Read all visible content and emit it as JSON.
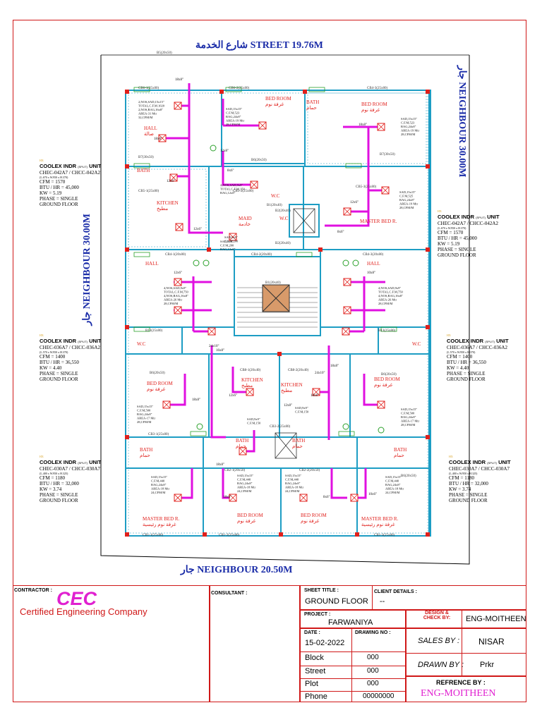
{
  "colors": {
    "frame": "#d01818",
    "wall": "#1d9dc4",
    "duct": "#e010e0",
    "beam": "#2aa02a",
    "street_text": "#1a2ca8",
    "label_red": "#e0201c",
    "brand": "#e020d0"
  },
  "streets": {
    "top": "شارع الخدمة STREET 19.76M",
    "right": "جار NEIGHBOUR 30.00M",
    "left": "جار NEIGHBOUR 30.00M",
    "bottom": "جار NEIGHBOUR 20.50M"
  },
  "units": [
    {
      "tag": "HX",
      "title": "COOLEX INDR",
      "split": "(SPLIT)",
      "title2": "UNIT",
      "model": "CHEC-042A7 / CHCC-042A2",
      "dims": "(L.670 x W.950 x H.370)",
      "cfm": "CFM = 1570",
      "btu": "BTU / HR = 45,000",
      "kw": "KW = 5.19",
      "phase": "PHASE = SINGLE",
      "floor": "GROUND FLOOR"
    },
    {
      "tag": "HX",
      "title": "COOLEX INDR",
      "split": "(SPLIT)",
      "title2": "UNIT",
      "model": "CHEC-042A7 / CHCC-042A2",
      "dims": "(L.670 x W.950 x H.370)",
      "cfm": "CFM = 1570",
      "btu": "BTU / HR = 45,000",
      "kw": "KW = 5.19",
      "phase": "PHASE = SINGLE",
      "floor": "GROUND FLOOR"
    },
    {
      "tag": "HX",
      "title": "COOLEX INDR",
      "split": "(SPLIT)",
      "title2": "UNIT",
      "model": "CHEC-036A7 / CHCC-036A2",
      "dims": "(L.570 x W.950 x H.370)",
      "cfm": "CFM = 1400",
      "btu": "BTU / HR = 36,550",
      "kw": "KW = 4.40",
      "phase": "PHASE = SINGLE",
      "floor": "GROUND FLOOR"
    },
    {
      "tag": "HX",
      "title": "COOLEX INDR",
      "split": "(SPLIT)",
      "title2": "UNIT",
      "model": "CHEC-036A7 / CHCC-036A2",
      "dims": "(L.570 x W.950 x H.370)",
      "cfm": "CFM = 1400",
      "btu": "BTU / HR = 36,550",
      "kw": "KW = 4.40",
      "phase": "PHASE = SINGLE",
      "floor": "GROUND FLOOR"
    },
    {
      "tag": "HX",
      "title": "COOLEX INDR",
      "split": "(SPLIT)",
      "title2": "UNIT",
      "model": "CHEC-030A7 / CHCC-030A7",
      "dims": "(L.400 x W.950 x H.325)",
      "cfm": "CFM = 1180",
      "btu": "BTU / HR = 32,000",
      "kw": "KW = 3.74",
      "phase": "PHASE = SINGLE",
      "floor": "GROUND FLOOR"
    },
    {
      "tag": "HX",
      "title": "COOLEX INDR",
      "split": "(SPLIT)",
      "title2": "UNIT",
      "model": "CHEC-030A7 / CHCC-030A7",
      "dims": "(L.400 x W.950 x H.325)",
      "cfm": "CFM = 1180",
      "btu": "BTU / HR = 32,000",
      "kw": "KW = 3.74",
      "phase": "PHASE = SINGLE",
      "floor": "GROUND FLOOR"
    }
  ],
  "rooms": [
    {
      "en": "BED ROOM",
      "ar": "غرفة نوم"
    },
    {
      "en": "BATH",
      "ar": "حمام"
    },
    {
      "en": "BED ROOM",
      "ar": "غرفة نوم"
    },
    {
      "en": "HALL",
      "ar": "صالة"
    },
    {
      "en": "BATH",
      "ar": ""
    },
    {
      "en": "W.C",
      "ar": ""
    },
    {
      "en": "KITCHEN",
      "ar": "مطبخ"
    },
    {
      "en": "MAID",
      "ar": "خادمة"
    },
    {
      "en": "W.C",
      "ar": ""
    },
    {
      "en": "MASTER BED R.",
      "ar": ""
    },
    {
      "en": "HALL",
      "ar": ""
    },
    {
      "en": "HALL",
      "ar": ""
    },
    {
      "en": "W.C",
      "ar": ""
    },
    {
      "en": "W.C",
      "ar": ""
    },
    {
      "en": "BED ROOM",
      "ar": "غرفة نوم"
    },
    {
      "en": "KITCHEN",
      "ar": "مطبخ"
    },
    {
      "en": "KITCHEN",
      "ar": "مطبخ"
    },
    {
      "en": "BED ROOM",
      "ar": "غرفة نوم"
    },
    {
      "en": "BATH",
      "ar": "حمام"
    },
    {
      "en": "BATH",
      "ar": "حمام"
    },
    {
      "en": "BATH",
      "ar": "حمام"
    },
    {
      "en": "BATH",
      "ar": "حمام"
    },
    {
      "en": "MASTER BED R.",
      "ar": "غرفة نوم رئيسية"
    },
    {
      "en": "BED ROOM",
      "ar": "غرفة نوم"
    },
    {
      "en": "BED ROOM",
      "ar": "غرفة نوم"
    },
    {
      "en": "MASTER BED R.",
      "ar": "غرفة نوم رئيسية"
    }
  ],
  "notes": [
    "2,NOS,SAD,15x15\"",
    "TOTAL,C.F.M.1020",
    "2,NOS,RAG,16x8\"",
    "AREA-31 Mtr",
    "32,CFM/M",
    "SAD,15x15\"",
    "C.F.M,523",
    "RAG,24x8\"",
    "AREA-19 Mtr",
    "28,CFM/M",
    "SAD,15x15\"",
    "C.F.M,523",
    "RAG,24x8\"",
    "AREA-19 Mtr",
    "28,CFM/M",
    "2,NOS,SAD,9x9\"",
    "TOTAL,C.F.M,150",
    "RAG,12x8\"",
    "SAD,9x9\"",
    "C.F.M,200",
    "SAD,9x9\"",
    "C.F.M,200",
    "RAG,12x8\"",
    "SAD,15x15\"",
    "C.F.M,525",
    "RAG,24x8\"",
    "AREA-19 Mtr",
    "28,CFM/M",
    "4,NOS,SAD,9x9\"",
    "TOTAL,C.F.M,750",
    "4,NOS,RAG,16x8\"",
    "AREA-26 Mtr",
    "28,CFM/M",
    "4,NOS,SAD,9x9\"",
    "TOTAL,C.F.M,750",
    "4,NOS,RAG,16x8\"",
    "AREA-26 Mtr",
    "28,CFM/M",
    "SAD,15x15\"",
    "C.F.M,500",
    "RAG,24x8\"",
    "AREA-17 Mtr",
    "28,CFM/M",
    "SAD,9x9\"",
    "C.F.M,150",
    "SAD,9x9\"",
    "C.F.M,150",
    "SAD,15x15\"",
    "C.F.M,500",
    "RAG,24x8\"",
    "AREA-17 Mtr",
    "28,CFM/M",
    "SAD,15x15\"",
    "C.F.M,440",
    "RAG,24x8\"",
    "AREA-18 Mtr",
    "24,CFM/M",
    "SAD,15x15\"",
    "C.F.M,440",
    "RAG,24x8\"",
    "AREA-18 Mtr",
    "24,CFM/M",
    "SAD,15x15\"",
    "C.F.M,440",
    "RAG,24x8\"",
    "AREA-18 Mtr",
    "24,CFM/M",
    "SAD,15x15\"",
    "C.F.M,440",
    "RAG,24x8\"",
    "AREA-18 Mtr",
    "24,CFM/M"
  ],
  "beams": [
    "B5(20x50)",
    "CB6-1(25x80)",
    "CB6-2(25x80)",
    "CB4-3(25x80)",
    "B6(20x50)",
    "B7(30x50)",
    "B7(30x50)",
    "CB5-1(25x80)",
    "CB5-2(25x80)",
    "CB5-3(25x80)",
    "B1(20x40)",
    "B2(20x40)",
    "B2(20x40)",
    "CB4-1(20x80)",
    "CB4-2(20x80)",
    "CB4-3(20x80)",
    "B1(20x40)",
    "B13(25x80)",
    "B13(25x80)",
    "B6(20x50)",
    "B6(20x50)",
    "CB8-1(20x40)",
    "CB8-2(20x40)",
    "CB3-2(25x80)",
    "CB3-1(25x80)",
    "CB2-1(20x50)",
    "CB2-2(20x50)",
    "B6(20x50)",
    "CB1-1(25x80)",
    "CB1-2(25x80)",
    "CB1-3(25x80)"
  ],
  "ducts": [
    "18x8\"",
    "18x8\"",
    "12x6\"",
    "12x8\"",
    "8x6\"",
    "12x6\"",
    "18x8\"",
    "12x6\"",
    "8x6\"",
    "24x10\"",
    "18x8\"",
    "12x6\"",
    "18x8\"",
    "16x8\"",
    "18x8\"",
    "18x8\"",
    "18x8\"",
    "8x6\"",
    "10x6\"",
    "24x10\"",
    "12x6\"",
    "10x8\"",
    "12x8\""
  ],
  "title_block": {
    "contractor_label": "CONTRACTOR :",
    "company_short": "CEC",
    "company_full": "Certified Engineering Company",
    "consultant_label": "CONSULTANT :",
    "sheet_title_label": "SHEET TITLE :",
    "sheet_title": "GROUND FLOOR",
    "client_label": "CLIENT DETAILS :",
    "client_value": "--",
    "project_label": "PROJECT :",
    "project": "FARWANIYA",
    "design_check_label": "DESIGN & CHECK BY:",
    "design_check": "ENG-MOITHEEN",
    "date_label": "DATE :",
    "date": "15-02-2022",
    "drawing_no_label": "DRAWING NO :",
    "sales_label": "SALES BY :",
    "sales": "NISAR",
    "drawn_label": "DRAWN BY :",
    "drawn": "Prkr",
    "rows": [
      {
        "label": "Block",
        "value": "000"
      },
      {
        "label": "Street",
        "value": "000"
      },
      {
        "label": "Plot",
        "value": "000"
      },
      {
        "label": "Phone",
        "value": "00000000"
      }
    ],
    "reference_label": "REFRENCE BY :",
    "reference": "ENG-MOITHEEN"
  }
}
